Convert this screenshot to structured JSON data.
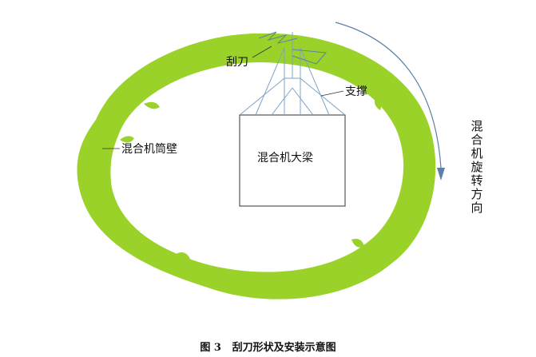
{
  "labels": {
    "scraper": "刮刀",
    "support": "支撑",
    "drum_wall": "混合机筒壁",
    "beam": "混合机大梁",
    "rotation": "混合机旋转方向"
  },
  "caption": {
    "figure_number": "图 3",
    "text": "刮刀形状及安装示意图"
  },
  "colors": {
    "ring": "#9BD22A",
    "frame_lines": "#7FA3C8",
    "beam_box": "#555555",
    "arrow": "#5B80A8"
  }
}
